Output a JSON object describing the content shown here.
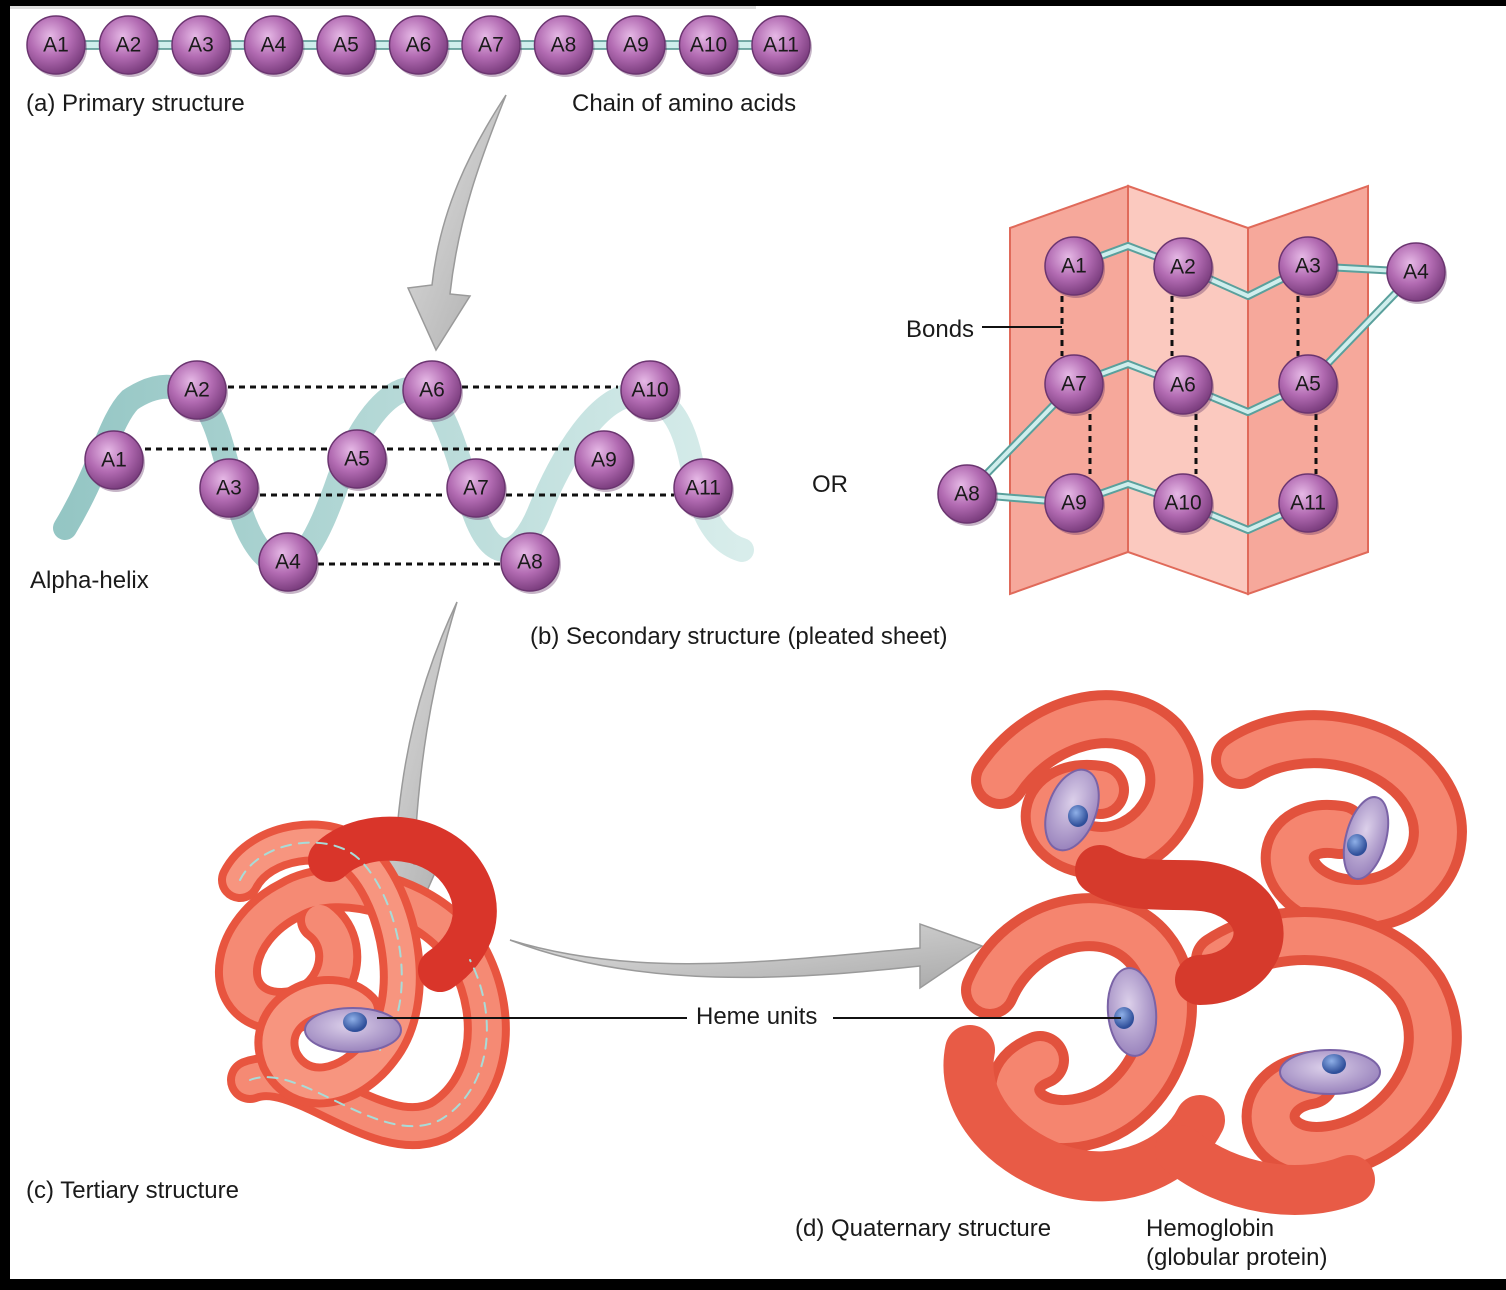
{
  "labels": {
    "primary": "(a) Primary structure",
    "chain": "Chain of amino acids",
    "bonds": "Bonds",
    "alpha_helix": "Alpha-helix",
    "or": "OR",
    "secondary": "(b) Secondary structure (pleated sheet)",
    "tertiary": "(c) Tertiary structure",
    "heme_units": "Heme units",
    "quaternary": "(d) Quaternary structure",
    "hemoglobin_line1": "Hemoglobin",
    "hemoglobin_line2": "(globular protein)"
  },
  "primary_chain": [
    "A1",
    "A2",
    "A3",
    "A4",
    "A5",
    "A6",
    "A7",
    "A8",
    "A9",
    "A10",
    "A11"
  ],
  "alpha_helix_residues": [
    "A1",
    "A2",
    "A3",
    "A4",
    "A5",
    "A6",
    "A7",
    "A8",
    "A9",
    "A10",
    "A11"
  ],
  "pleated_sheet_residues": [
    "A1",
    "A2",
    "A3",
    "A4",
    "A5",
    "A6",
    "A7",
    "A8",
    "A9",
    "A10",
    "A11"
  ],
  "colors": {
    "amino_acid": "#a85fa8",
    "bond_link": "#bfe3e0",
    "sheet": "#f7a79b",
    "protein": "#ef6a55",
    "heme": "#b9a7d3",
    "arrow": "#c8c8c8"
  }
}
